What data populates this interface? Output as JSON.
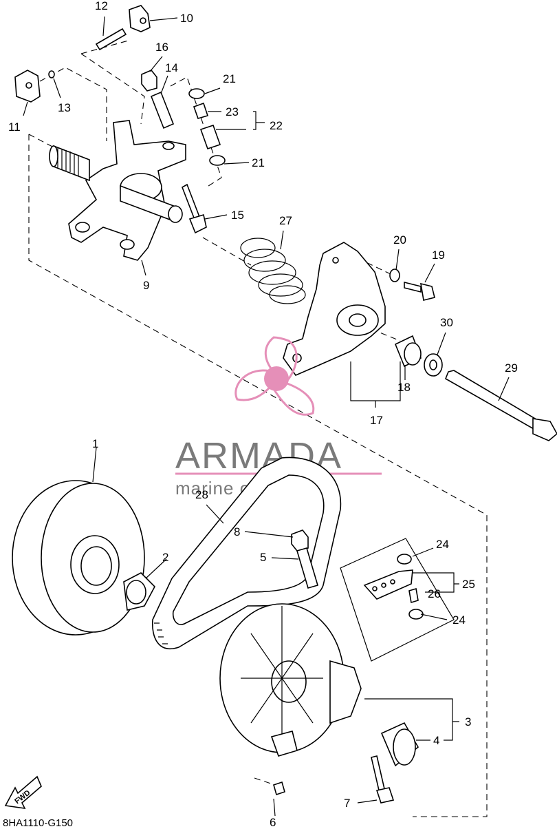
{
  "diagram": {
    "reference_code": "8HA1110-G150",
    "fwd_label": "FWD",
    "logo": {
      "name": "ARMADA",
      "tagline": "marine outboards",
      "accent_color": "#e58fb8"
    },
    "callouts": [
      "1",
      "2",
      "3",
      "4",
      "5",
      "6",
      "7",
      "8",
      "9",
      "10",
      "11",
      "12",
      "13",
      "14",
      "15",
      "16",
      "17",
      "18",
      "19",
      "20",
      "21",
      "21",
      "22",
      "23",
      "24",
      "24",
      "25",
      "26",
      "27",
      "28",
      "29",
      "30"
    ],
    "colors": {
      "line": "#000000",
      "logo_gray": "#7a7a7a",
      "logo_pink": "#e58fb8"
    }
  }
}
